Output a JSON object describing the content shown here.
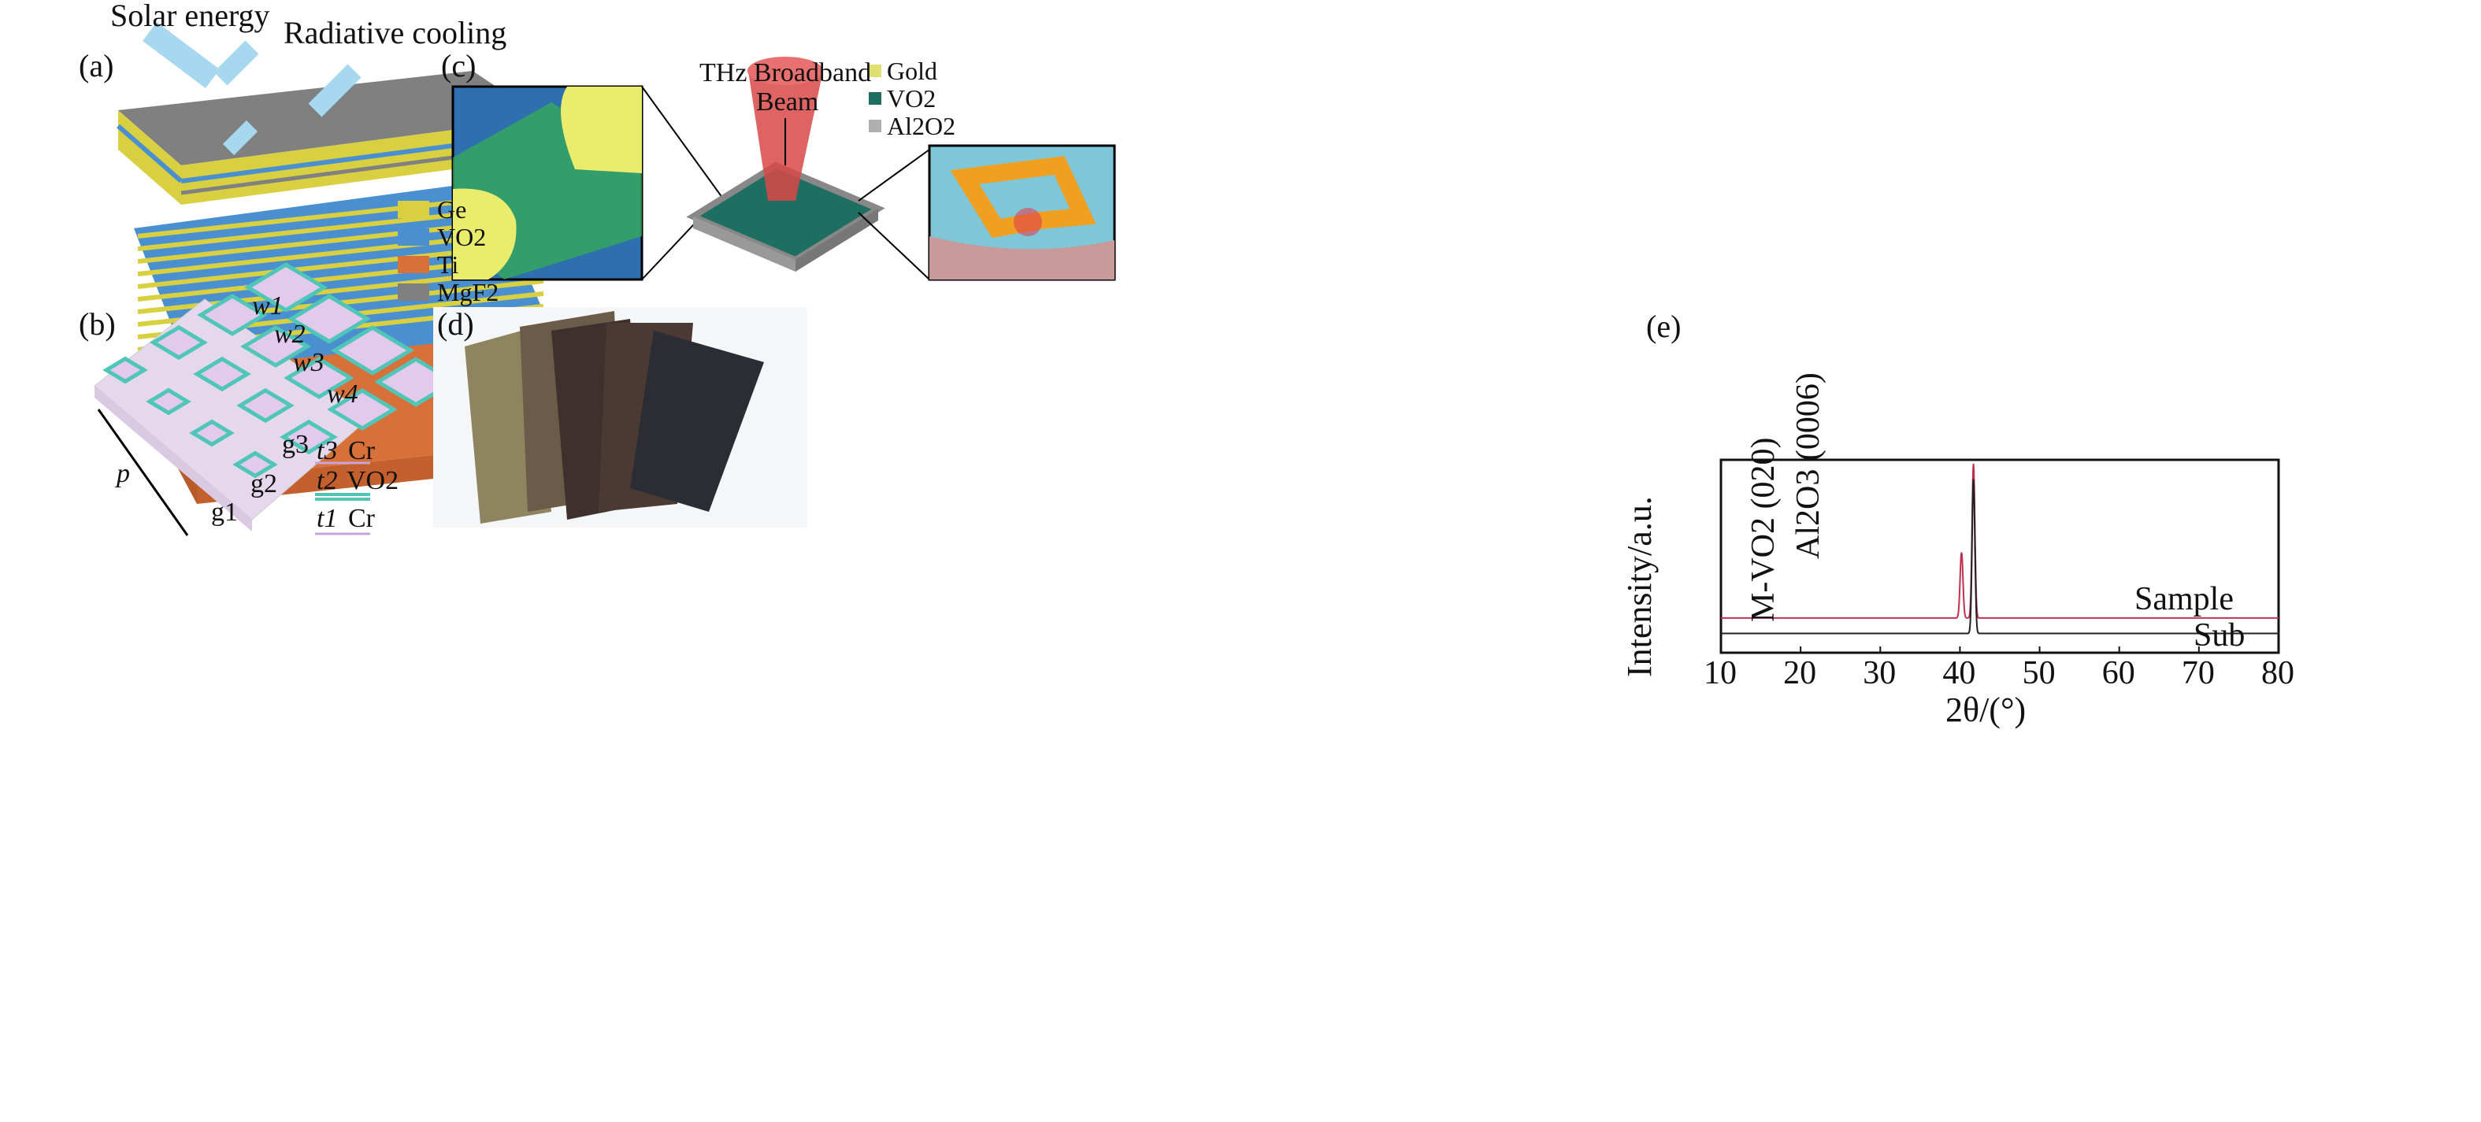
{
  "panels": {
    "a": {
      "label": "(a)",
      "solar": "Solar energy",
      "cooling": "Radiative cooling",
      "legend": [
        {
          "name": "Ge",
          "color": "#d8d040"
        },
        {
          "name": "VO2",
          "color": "#4a90d0"
        },
        {
          "name": "Ti",
          "color": "#d8703a"
        },
        {
          "name": "MgF2",
          "color": "#808080"
        }
      ]
    },
    "b": {
      "label": "(b)",
      "w1": "w1",
      "w2": "w2",
      "w3": "w3",
      "w4": "w4",
      "g1": "g1",
      "g2": "g2",
      "g3": "g3",
      "p": "p",
      "t1": "t1",
      "t2": "t2",
      "t3": "t3",
      "cr_top": "Cr",
      "vo2": "VO2",
      "cr_bottom": "Cr"
    },
    "c": {
      "label": "(c)",
      "beam_line1": "THz Broadband",
      "beam_line2": "Beam",
      "legend": [
        {
          "name": "Gold",
          "color": "#e0e070"
        },
        {
          "name": "VO2",
          "color": "#1f6e62"
        },
        {
          "name": "Al2O2",
          "color": "#b0b0b0"
        }
      ]
    },
    "d": {
      "label": "(d)"
    },
    "e": {
      "label": "(e)"
    }
  },
  "chart_data": {
    "type": "line",
    "title": "",
    "xlabel": "2θ/(°)",
    "ylabel": "Intensity/a.u.",
    "xlim": [
      10,
      80
    ],
    "xticks": [
      10,
      20,
      30,
      40,
      50,
      60,
      70,
      80
    ],
    "yticks": [],
    "grid": false,
    "series": [
      {
        "name": "Sample",
        "color": "#c03050",
        "baseline": 0.18,
        "peaks": [
          {
            "x": 40.2,
            "height": 0.52
          },
          {
            "x": 41.7,
            "height": 0.98
          }
        ]
      },
      {
        "name": "Sub",
        "color": "#222222",
        "baseline": 0.1,
        "peaks": [
          {
            "x": 41.7,
            "height": 0.9
          }
        ]
      }
    ],
    "annotations": [
      "M-VO2 (020)",
      "Al2O3 (0006)"
    ]
  }
}
